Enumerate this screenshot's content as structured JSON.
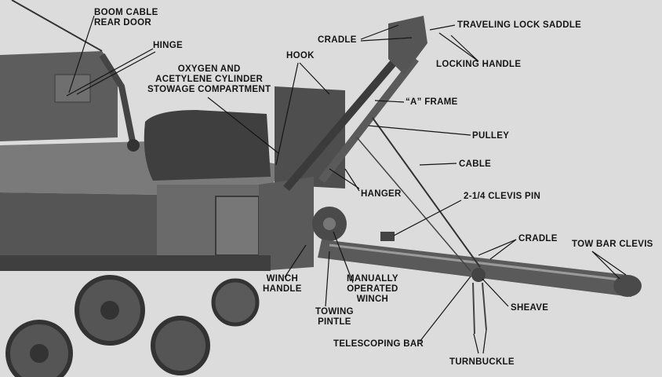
{
  "colors": {
    "paper": "#dcdcdc",
    "ink": "#151515",
    "vehicle_dark": "#4a4a4a",
    "vehicle_mid": "#6a6a6a",
    "vehicle_light": "#8c8c8c"
  },
  "labels": {
    "boom_cable_rear_door": [
      "BOOM CABLE",
      "REAR DOOR"
    ],
    "hinge": "HINGE",
    "oxygen_acetylene": [
      "OXYGEN AND",
      "ACETYLENE CYLINDER",
      "STOWAGE COMPARTMENT"
    ],
    "hook": "HOOK",
    "cradle_top": "CRADLE",
    "traveling_lock_saddle": "TRAVELING LOCK SADDLE",
    "locking_handle": "LOCKING HANDLE",
    "a_frame": "“A” FRAME",
    "pulley": "PULLEY",
    "cable": "CABLE",
    "hanger": "HANGER",
    "clevis_pin": "2-1/4 CLEVIS PIN",
    "cradle_bottom": "CRADLE",
    "tow_bar_clevis": "TOW BAR CLEVIS",
    "winch_handle": [
      "WINCH",
      "HANDLE"
    ],
    "manually_operated_winch": [
      "MANUALLY",
      "OPERATED",
      "WINCH"
    ],
    "towing_pintle": [
      "TOWING",
      "PINTLE"
    ],
    "sheave": "SHEAVE",
    "telescoping_bar": "TELESCOPING BAR",
    "turnbuckle": "TURNBUCKLE"
  }
}
